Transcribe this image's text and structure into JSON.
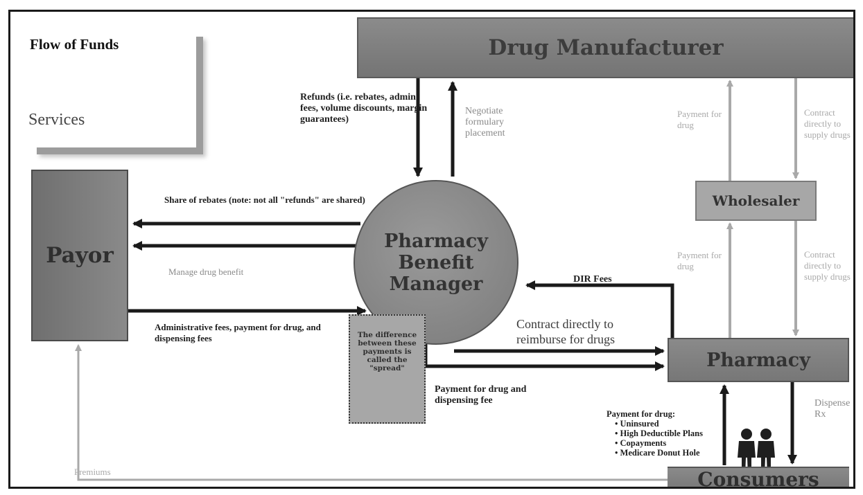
{
  "legend": {
    "flow_of_funds": "Flow of Funds",
    "services": "Services"
  },
  "nodes": {
    "manufacturer": "Drug Manufacturer",
    "payor": "Payor",
    "pbm_line1": "Pharmacy",
    "pbm_line2": "Benefit",
    "pbm_line3": "Manager",
    "wholesaler": "Wholesaler",
    "pharmacy": "Pharmacy",
    "consumers": "Consumers",
    "spread": "The difference between these payments is called the \"spread\""
  },
  "edges": {
    "refunds": "Refunds (i.e. rebates, admin fees, volume discounts, margin guarantees)",
    "negotiate": "Negotiate formulary placement",
    "share_rebates": "Share of rebates (note: not all \"refunds\" are shared)",
    "manage_benefit": "Manage drug benefit",
    "admin_fees": "Administrative fees, payment for drug, and dispensing fees",
    "dir_fees": "DIR Fees",
    "contract_reimburse": "Contract directly to reimburse for drugs",
    "payment_dispensing": "Payment for drug and dispensing fee",
    "payment_for_drug_top": "Payment for drug",
    "contract_supply_top": "Contract directly to supply drugs",
    "payment_for_drug_mid": "Payment for drug",
    "contract_supply_mid": "Contract directly to supply drugs",
    "dispense_rx": "Dispense Rx",
    "premiums": "Premiums"
  },
  "consumer_payment": {
    "title": "Payment for drug:",
    "items": [
      "Uninsured",
      "High Deductible Plans",
      "Copayments",
      "Medicare Donut Hole"
    ]
  },
  "colors": {
    "funds_arrow": "#1a1a1a",
    "services_arrow": "#a5a5a5",
    "box_dark": "#7b7b7b",
    "box_light": "#a7a7a7"
  }
}
